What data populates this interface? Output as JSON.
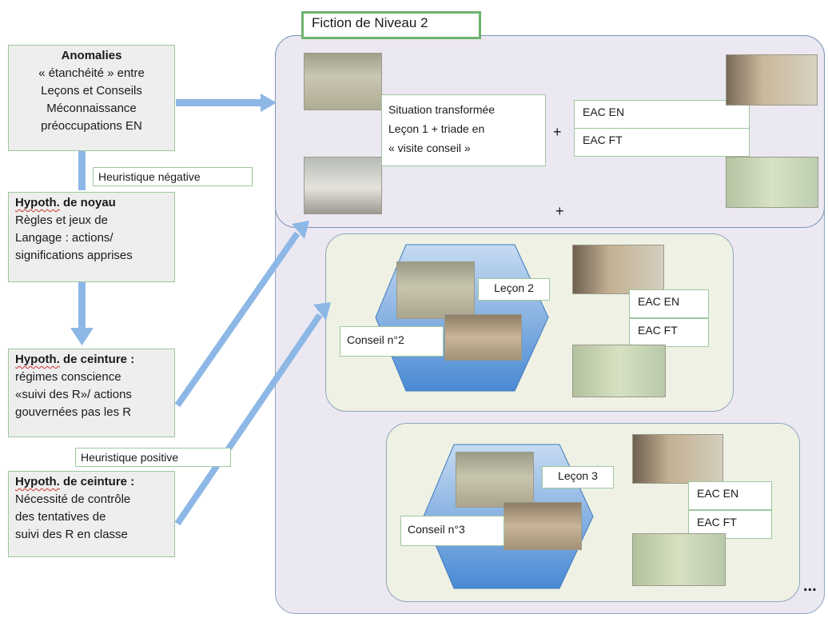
{
  "title": "Fiction de Niveau 2",
  "left": {
    "anomalies": {
      "heading": "Anomalies",
      "lines": [
        "« étanchéité » entre",
        "Leçons et Conseils",
        "Méconnaissance",
        "préoccupations EN"
      ]
    },
    "heuristic_negative": "Heuristique négative",
    "noyau": {
      "bold_underlined": "Hypoth.",
      "bold_rest": " de noyau",
      "lines": [
        "Règles et jeux de",
        "Langage : actions/",
        "significations apprises"
      ]
    },
    "ceinture1": {
      "bold_underlined": "Hypoth.",
      "bold_rest": " de ceinture",
      "suffix": " :",
      "lines": [
        "régimes conscience",
        "«suivi des R»/ actions",
        "gouvernées pas les R"
      ]
    },
    "heuristic_positive": "Heuristique positive",
    "ceinture2": {
      "bold_underlined": "Hypoth.",
      "bold_rest": " de ceinture",
      "suffix": " :",
      "lines": [
        "Nécessité de contrôle",
        "des tentatives de",
        "suivi des R en classe"
      ]
    }
  },
  "top_panel": {
    "situation_lines": [
      "Situation transformée",
      "Leçon 1 + triade en",
      "« visite conseil »"
    ],
    "plus": "+",
    "eac_en": "EAC  EN",
    "eac_ft": "EAC  FT",
    "plus_below": "+"
  },
  "panel2": {
    "lecon": "Leçon 2",
    "conseil": "Conseil n°2",
    "eac_en": "EAC  EN",
    "eac_ft": "EAC  FT"
  },
  "panel3": {
    "lecon": "Leçon 3",
    "conseil": "Conseil n°3",
    "eac_en": "EAC  EN",
    "eac_ft": "EAC  FT"
  },
  "ellipsis": "...",
  "colors": {
    "arrow": "#8db8e6",
    "panel_bg_main": "#ece8f2",
    "panel_bg_inner": "#eef1e3",
    "box_border": "#9ec79e",
    "hexagon_light": "#b9d2ee",
    "hexagon_dark": "#4f8fd6"
  }
}
